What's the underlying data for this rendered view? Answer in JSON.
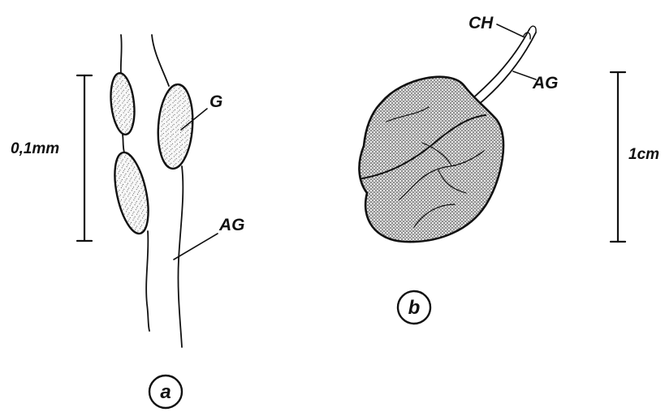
{
  "panels": [
    {
      "id": "a",
      "label": "a",
      "scale_label": "0,1mm",
      "structure_labels": {
        "gland": "G",
        "axon": "AG"
      }
    },
    {
      "id": "b",
      "label": "b",
      "scale_label": "1cm",
      "structure_labels": {
        "ch": "CH",
        "axon": "AG"
      }
    }
  ],
  "colors": {
    "ink": "#111111",
    "fill_light": "#f3f3f3"
  }
}
